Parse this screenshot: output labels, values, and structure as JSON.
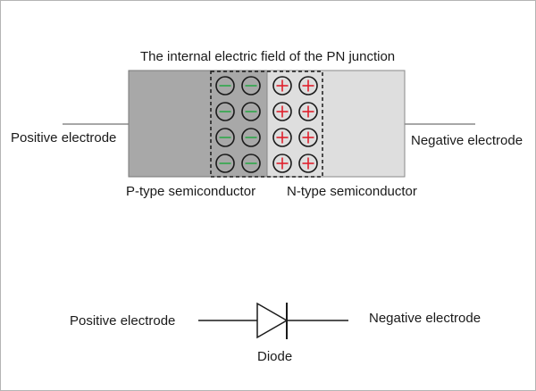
{
  "diagram": {
    "junction_title": "The internal electric field of the PN junction",
    "positive_electrode_label": "Positive electrode",
    "negative_electrode_label": "Negative electrode",
    "p_region_label": "P-type semiconductor",
    "n_region_label": "N-type semiconductor",
    "p_region_color": "#a8a8a8",
    "n_region_color": "#dedede",
    "negative_ion_sign_color": "#2ea84a",
    "positive_ion_sign_color": "#e0202c",
    "ion_rows": 4,
    "negative_ions_per_row": 2,
    "positive_ions_per_row": 2
  },
  "symbol": {
    "positive_electrode_label": "Positive electrode",
    "negative_electrode_label": "Negative electrode",
    "caption": "Diode"
  }
}
